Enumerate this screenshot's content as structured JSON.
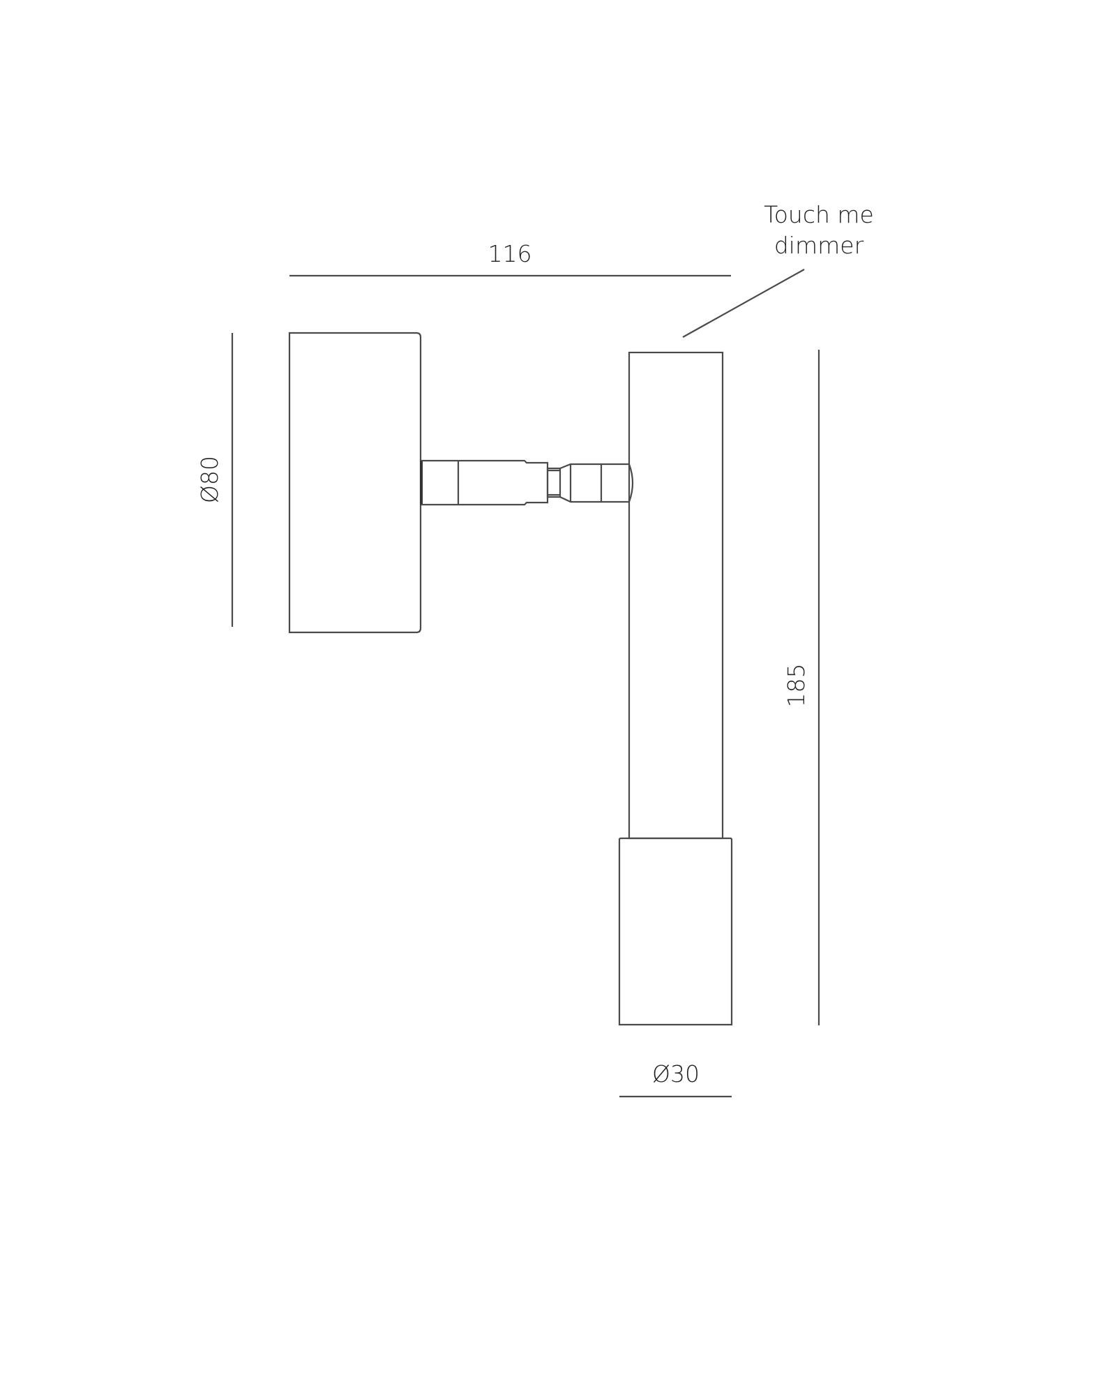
{
  "drawing": {
    "title": "Wall lamp dimension drawing",
    "units": "mm",
    "stroke_color": "#4a4a4a",
    "background": "#ffffff"
  },
  "dimensions": {
    "depth": {
      "label": "116"
    },
    "base_diameter": {
      "label": "Ø80"
    },
    "height": {
      "label": "185"
    },
    "tube_diameter": {
      "label": "Ø30"
    }
  },
  "annotation": {
    "line1": "Touch me",
    "line2": "dimmer"
  }
}
